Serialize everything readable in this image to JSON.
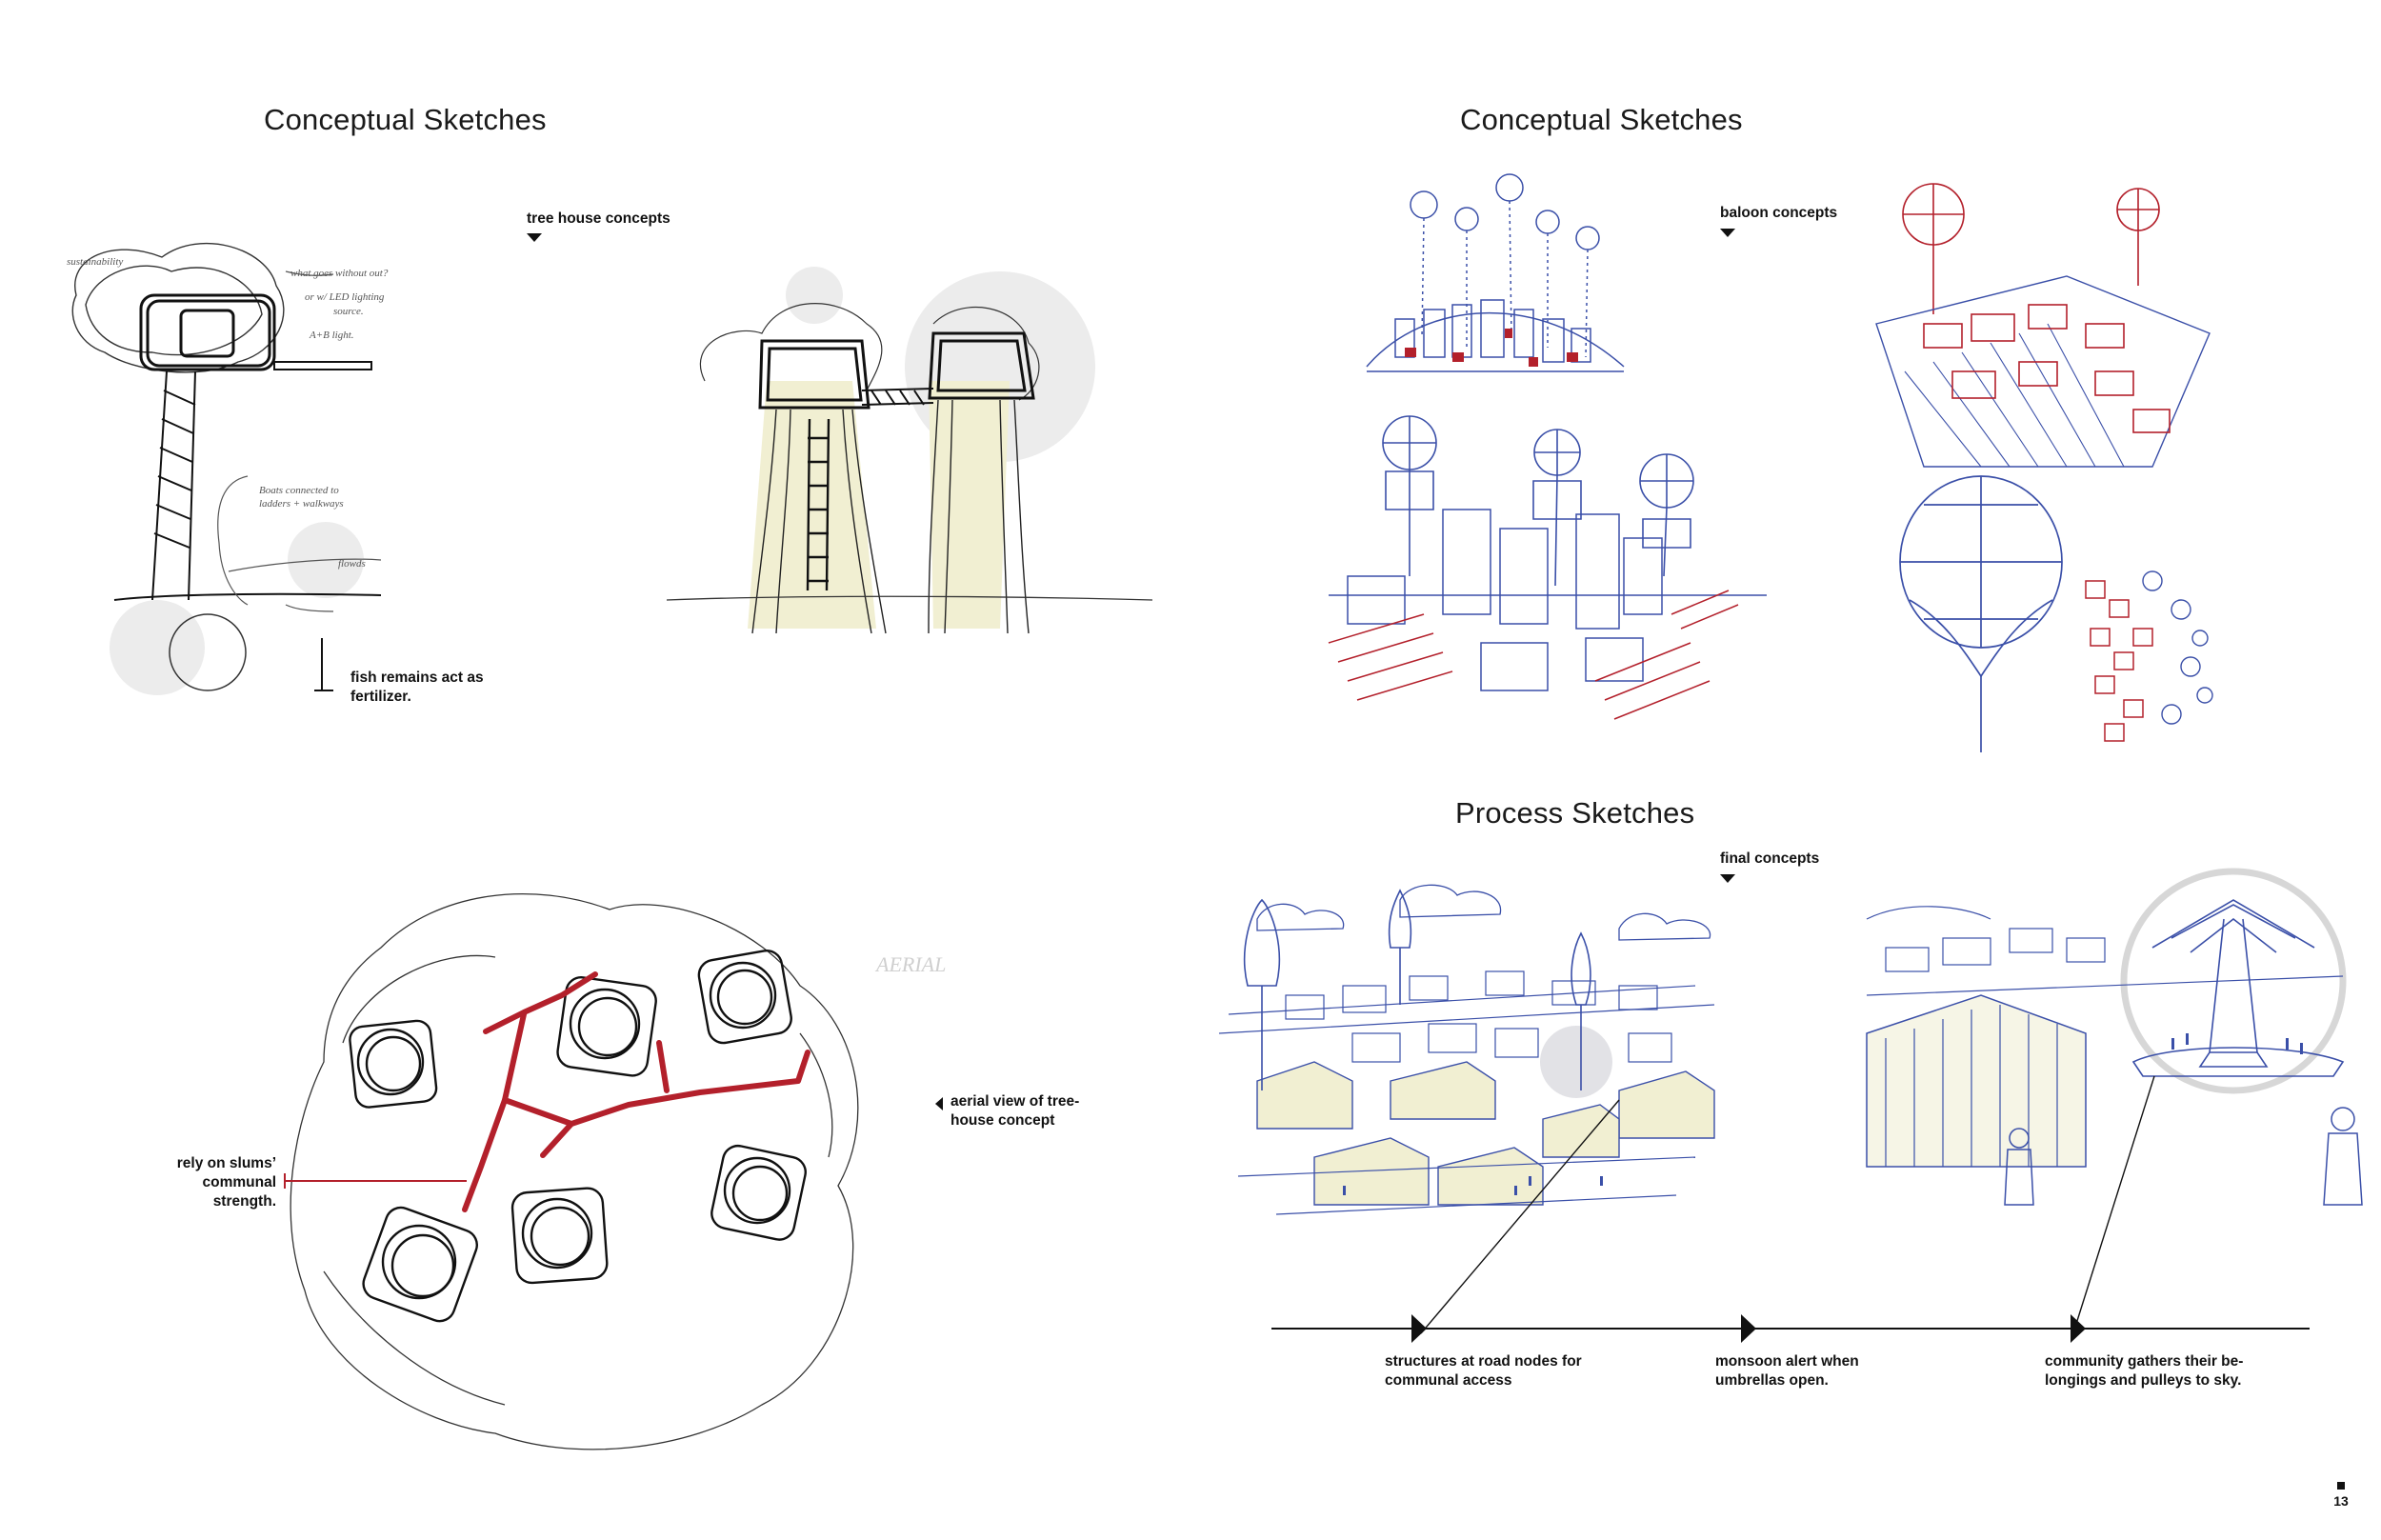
{
  "headings": {
    "left_conceptual": "Conceptual Sketches",
    "right_conceptual": "Conceptual Sketches",
    "process": "Process Sketches"
  },
  "labels": {
    "tree_house": "tree house concepts",
    "fish": "fish remains act as fertilizer.",
    "aerial": "aerial view of tree-house concept",
    "slums": "rely on slums’ communal strength.",
    "baloon": "baloon concepts",
    "final": "final concepts",
    "structures": "structures at road nodes for communal access",
    "monsoon": "monsoon alert when umbrellas open.",
    "community": "community gathers their be-longings and pulleys to sky."
  },
  "page_number": "13",
  "colors": {
    "ink": "#222222",
    "red": "#b3202b",
    "blue": "#3a4fa8",
    "pale_yellow": "#f1efd2",
    "grey_disc": "#ebebeb"
  }
}
